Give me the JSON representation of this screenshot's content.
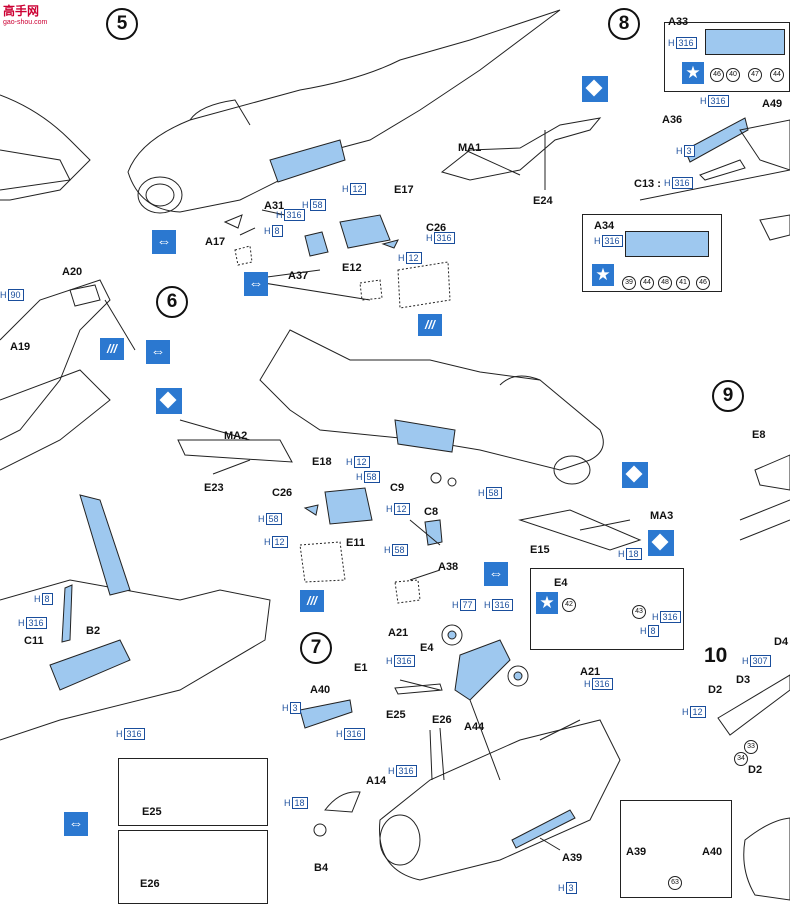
{
  "watermark": {
    "line1": "高手网",
    "line2": "gao-shou.com"
  },
  "colors": {
    "part_blue": "#9ec8ef",
    "icon_blue": "#2b78d0",
    "line": "#222222",
    "code_blue": "#1a4e9c"
  },
  "steps": [
    "5",
    "6",
    "7",
    "8",
    "9",
    "10"
  ],
  "icons": [
    "arrow-left-right-icon",
    "diamond-icon",
    "star-icon",
    "paint-stripes-icon",
    "decal-square-icon"
  ],
  "labels": {
    "MA1": "MA1",
    "E24": "E24",
    "E17": "E17",
    "A31": "A31",
    "A17": "A17",
    "A37": "A37",
    "E12": "E12",
    "C26a": "C26",
    "A20": "A20",
    "A19": "A19",
    "MA2": "MA2",
    "E23": "E23",
    "E18": "E18",
    "C26b": "C26",
    "E11": "E11",
    "C9": "C9",
    "C8": "C8",
    "A38": "A38",
    "E15": "E15",
    "MA3": "MA3",
    "B2": "B2",
    "C11": "C11",
    "A40": "A40",
    "E25": "E25",
    "E26": "E26",
    "A14": "A14",
    "B4": "B4",
    "A21a": "A21",
    "E1": "E1",
    "E4": "E4",
    "A21b": "A21",
    "A44": "A44",
    "E4b": "E4",
    "A39": "A39",
    "E25b": "E25",
    "E26b": "E26",
    "A39b": "A39",
    "A40b": "A40",
    "A33": "A33",
    "A49": "A49",
    "A36": "A36",
    "C13": "C13 :",
    "A34": "A34",
    "E8": "E8",
    "D2a": "D2",
    "D3": "D3",
    "D2b": "D2",
    "D4": "D4"
  },
  "hcodes": {
    "h316a": "316",
    "h8a": "8",
    "h58a": "58",
    "h12a": "12",
    "h316b": "316",
    "h12b": "12",
    "h90": "90",
    "h12c": "12",
    "h58b": "58",
    "h12d": "12",
    "h58c": "58",
    "h12e": "12",
    "h58d": "58",
    "h58e": "58",
    "h18a": "18",
    "h8b": "8",
    "h316c": "316",
    "h316d": "316",
    "h77": "77",
    "h316e": "316",
    "h316f": "316",
    "h316g": "316",
    "h3a": "3",
    "h316h": "316",
    "h316i": "316",
    "h18b": "18",
    "h3b": "3",
    "h316j": "316",
    "h316k": "316",
    "h316l": "316",
    "h8c": "8",
    "h316m": "316",
    "h3c": "3",
    "h316n": "316",
    "h12f": "12",
    "h307": "307"
  },
  "callouts": {
    "c46a": "46",
    "c40": "40",
    "c47": "47",
    "c44a": "44",
    "c39": "39",
    "c44b": "44",
    "c48": "48",
    "c41": "41",
    "c46b": "46",
    "c42": "42",
    "c43": "43",
    "c63": "63",
    "c33": "33",
    "c34": "34"
  }
}
